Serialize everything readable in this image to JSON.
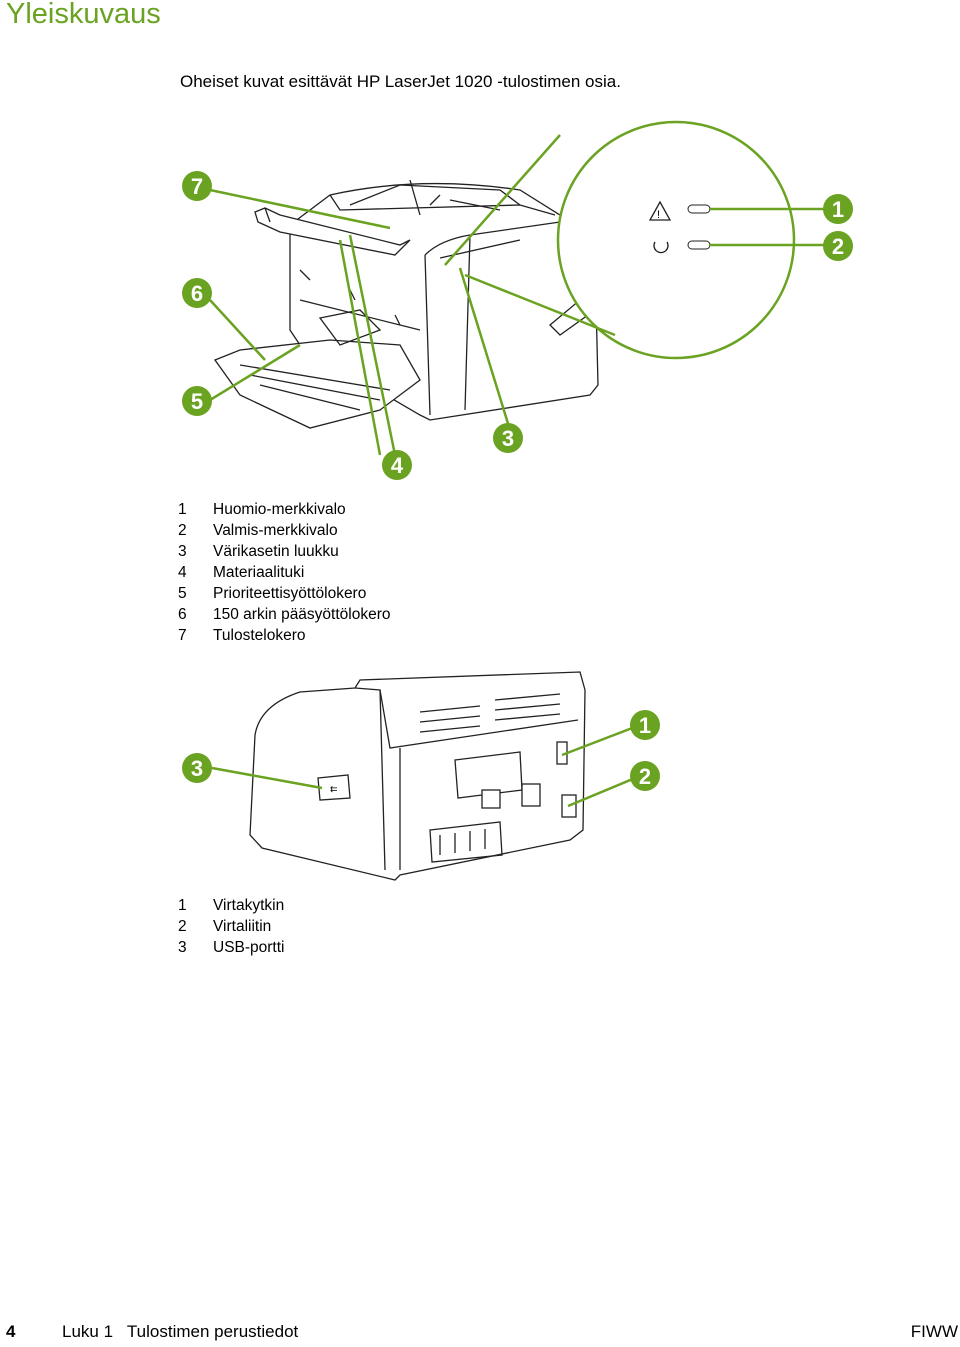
{
  "page": {
    "title": "Yleiskuvaus",
    "intro": "Oheiset kuvat esittävät HP LaserJet 1020 -tulostimen osia."
  },
  "figure_front": {
    "callouts": [
      "1",
      "2",
      "3",
      "4",
      "5",
      "6",
      "7"
    ],
    "legend": [
      {
        "num": "1",
        "label": "Huomio-merkkivalo"
      },
      {
        "num": "2",
        "label": "Valmis-merkkivalo"
      },
      {
        "num": "3",
        "label": "Värikasetin luukku"
      },
      {
        "num": "4",
        "label": "Materiaalituki"
      },
      {
        "num": "5",
        "label": "Prioriteettisyöttölokero"
      },
      {
        "num": "6",
        "label": "150 arkin pääsyöttölokero"
      },
      {
        "num": "7",
        "label": "Tulostelokero"
      }
    ]
  },
  "figure_back": {
    "callouts": [
      "1",
      "2",
      "3"
    ],
    "legend": [
      {
        "num": "1",
        "label": "Virtakytkin"
      },
      {
        "num": "2",
        "label": "Virtaliitin"
      },
      {
        "num": "3",
        "label": "USB-portti"
      }
    ]
  },
  "footer": {
    "page_number": "4",
    "chapter": "Luku 1   Tulostimen perustiedot",
    "doc_code": "FIWW"
  },
  "colors": {
    "accent": "#6aa321",
    "text": "#000000"
  }
}
